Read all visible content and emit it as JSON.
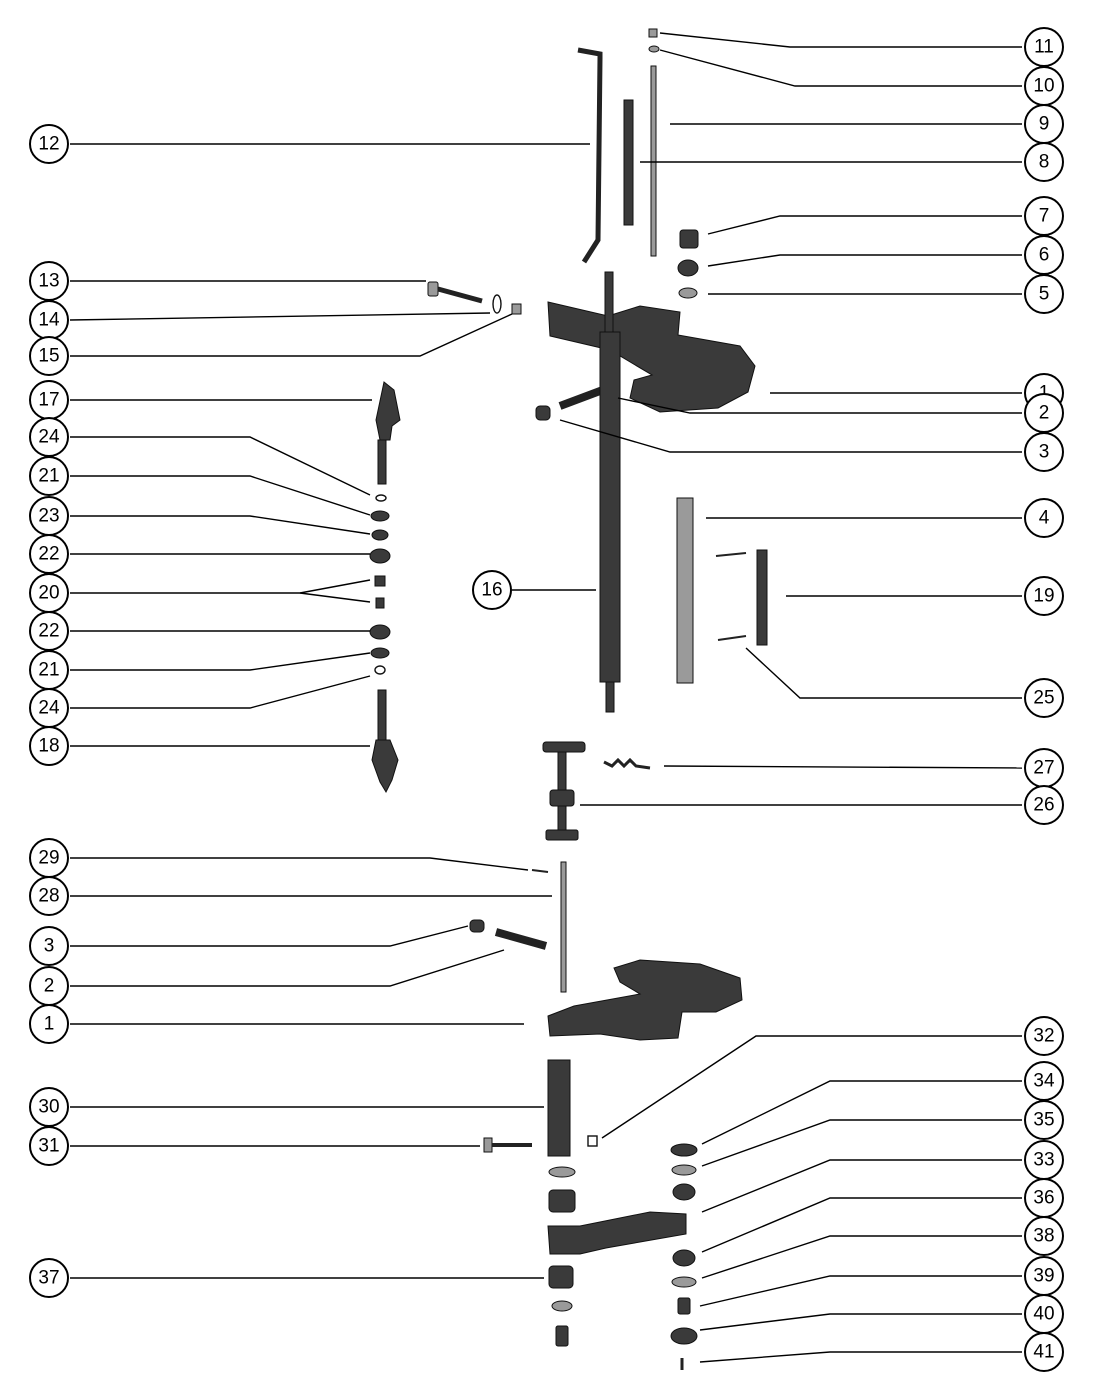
{
  "callouts": [
    {
      "label": "11"
    },
    {
      "label": "10"
    },
    {
      "label": "9"
    },
    {
      "label": "8"
    },
    {
      "label": "7"
    },
    {
      "label": "6"
    },
    {
      "label": "5"
    },
    {
      "label": "1"
    },
    {
      "label": "2"
    },
    {
      "label": "3"
    },
    {
      "label": "4"
    },
    {
      "label": "19"
    },
    {
      "label": "25"
    },
    {
      "label": "27"
    },
    {
      "label": "26"
    },
    {
      "label": "12"
    },
    {
      "label": "13"
    },
    {
      "label": "14"
    },
    {
      "label": "15"
    },
    {
      "label": "17"
    },
    {
      "label": "24"
    },
    {
      "label": "21"
    },
    {
      "label": "23"
    },
    {
      "label": "22"
    },
    {
      "label": "20"
    },
    {
      "label": "22"
    },
    {
      "label": "21"
    },
    {
      "label": "24"
    },
    {
      "label": "18"
    },
    {
      "label": "16"
    },
    {
      "label": "29"
    },
    {
      "label": "28"
    },
    {
      "label": "3"
    },
    {
      "label": "2"
    },
    {
      "label": "1"
    },
    {
      "label": "30"
    },
    {
      "label": "31"
    },
    {
      "label": "37"
    },
    {
      "label": "32"
    },
    {
      "label": "34"
    },
    {
      "label": "35"
    },
    {
      "label": "33"
    },
    {
      "label": "36"
    },
    {
      "label": "38"
    },
    {
      "label": "39"
    },
    {
      "label": "40"
    },
    {
      "label": "41"
    }
  ]
}
